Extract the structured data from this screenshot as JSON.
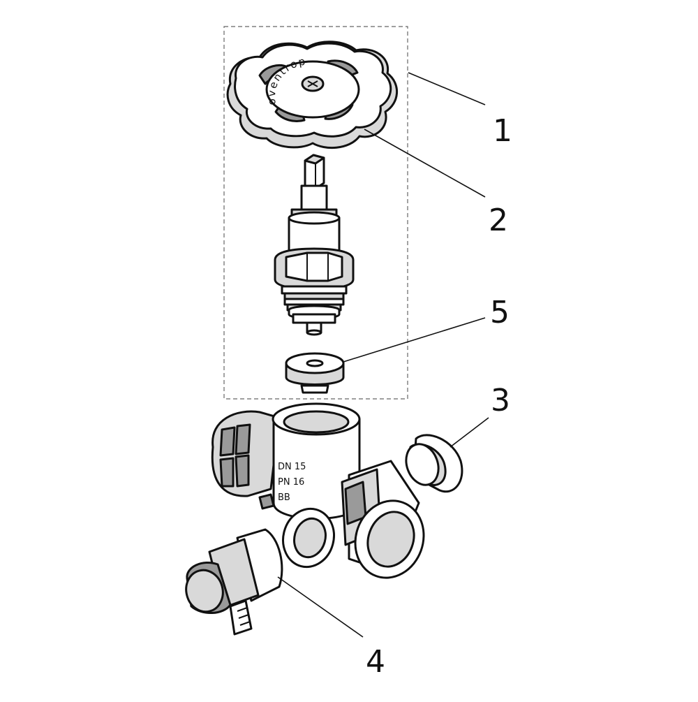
{
  "diagram": {
    "callouts": [
      {
        "id": "1",
        "label": "1"
      },
      {
        "id": "2",
        "label": "2"
      },
      {
        "id": "3",
        "label": "3"
      },
      {
        "id": "4",
        "label": "4"
      },
      {
        "id": "5",
        "label": "5"
      }
    ],
    "handwheel_brand_text": "oventrop",
    "body_markings": [
      "DN 15",
      "PN 16",
      "BB"
    ]
  }
}
